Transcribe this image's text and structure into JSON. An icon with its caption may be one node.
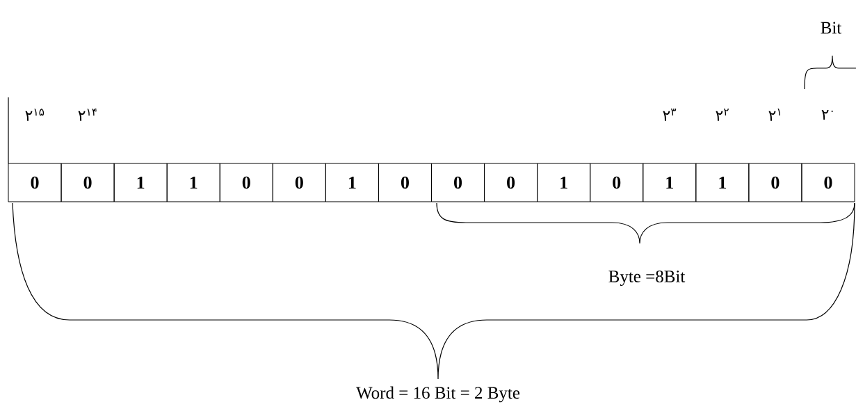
{
  "diagram": {
    "nodes": [
      {
        "text": [
          "0"
        ]
      },
      {
        "text": [
          "0"
        ]
      },
      {
        "text": [
          "1"
        ]
      },
      {
        "text": [
          "1"
        ]
      },
      {
        "text": [
          "0"
        ]
      },
      {
        "text": [
          "0"
        ]
      },
      {
        "text": [
          "1"
        ]
      },
      {
        "text": [
          "0"
        ]
      },
      {
        "text": [
          "0"
        ]
      },
      {
        "text": [
          "0"
        ]
      },
      {
        "text": [
          "1"
        ]
      },
      {
        "text": [
          "0"
        ]
      },
      {
        "text": [
          "1"
        ]
      },
      {
        "text": [
          "1"
        ]
      },
      {
        "text": [
          "0"
        ]
      },
      {
        "text": [
          "0"
        ]
      }
    ],
    "labels": [
      "Bit",
      "۲$^{۱۵}$",
      "۲$^{۱۴}$",
      "۲$^{۳}$",
      "۲$^{۲}$",
      "۲$^{۱}$",
      "۲$^{۰}$",
      "Byte =8Bit",
      "Word = 16 Bit = 2 Byte"
    ]
  }
}
